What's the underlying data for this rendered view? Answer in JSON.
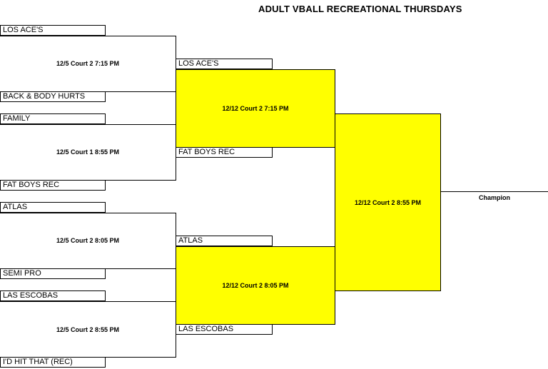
{
  "title": "ADULT VBALL RECREATIONAL THURSDAYS",
  "round1": {
    "teams": [
      "LOS ACE'S",
      "BACK & BODY HURTS",
      "FAMILY",
      "FAT BOYS REC",
      "ATLAS",
      "SEMI PRO",
      "LAS ESCOBAS",
      "I'D HIT THAT (REC)"
    ],
    "matches": [
      "12/5 Court 2 7:15 PM",
      "12/5 Court 1 8:55 PM",
      "12/5 Court 2 8:05 PM",
      "12/5 Court 2 8:55 PM"
    ]
  },
  "round2": {
    "teams": [
      "LOS ACE'S",
      "FAT BOYS REC",
      "ATLAS",
      "LAS ESCOBAS"
    ],
    "matches": [
      "12/12 Court 2 7:15 PM",
      "12/12 Court 2 8:05 PM"
    ]
  },
  "final": {
    "match": "12/12 Court 2 8:55 PM"
  },
  "champion_label": "Champion",
  "colors": {
    "highlight": "#ffff00",
    "lines": "#000000"
  }
}
